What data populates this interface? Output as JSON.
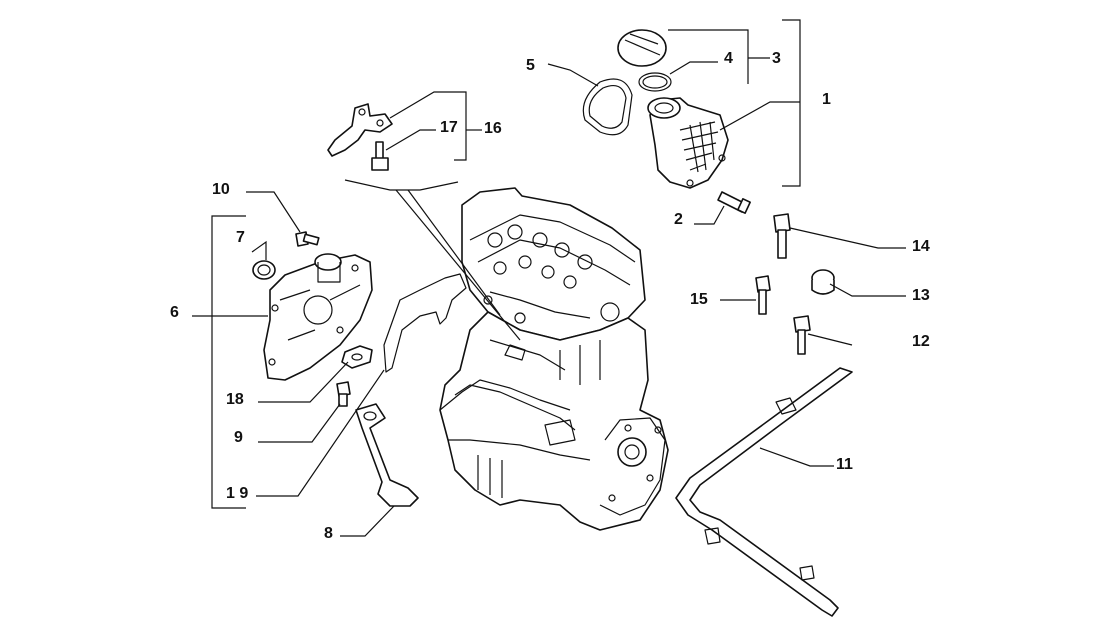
{
  "diagram": {
    "labels": {
      "l1": "1",
      "l2": "2",
      "l3": "3",
      "l4": "4",
      "l5": "5",
      "l6": "6",
      "l7": "7",
      "l8": "8",
      "l9": "9",
      "l10": "10",
      "l11": "11",
      "l12": "12",
      "l13": "13",
      "l14": "14",
      "l15": "15",
      "l16": "16",
      "l17": "17",
      "l18": "18",
      "l19": "1 9"
    }
  }
}
